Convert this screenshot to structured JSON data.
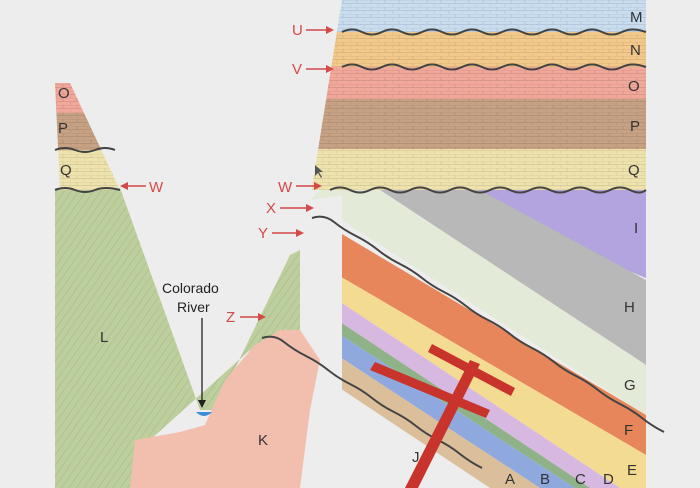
{
  "diagram": {
    "river_label_line1": "Colorado",
    "river_label_line2": "River",
    "layers_right": [
      "M",
      "N",
      "O",
      "P",
      "Q",
      "I",
      "H",
      "G",
      "F",
      "E",
      "D",
      "C",
      "B",
      "A"
    ],
    "layers_left": [
      "O",
      "P",
      "Q"
    ],
    "other_units": [
      "L",
      "K",
      "J"
    ],
    "arrows": [
      "U",
      "V",
      "W",
      "X",
      "Y",
      "Z",
      "W"
    ],
    "colors": {
      "M": "#c9ddf0",
      "N": "#f2c98a",
      "O": "#f1a79a",
      "P": "#c7a184",
      "Q": "#efe3ad",
      "I": "#b3a3de",
      "H": "#b8b8b8",
      "G": "#e3ead8",
      "F": "#e7865a",
      "E": "#f3dc92",
      "D": "#d7b8e0",
      "C": "#8fb289",
      "B": "#8fa9de",
      "A": "#dbbf9a",
      "L": "#bccf9d",
      "K": "#f2bfae",
      "J": "#c8332b",
      "river": "#3b8fd6",
      "arrow": "#d24a4a"
    }
  }
}
